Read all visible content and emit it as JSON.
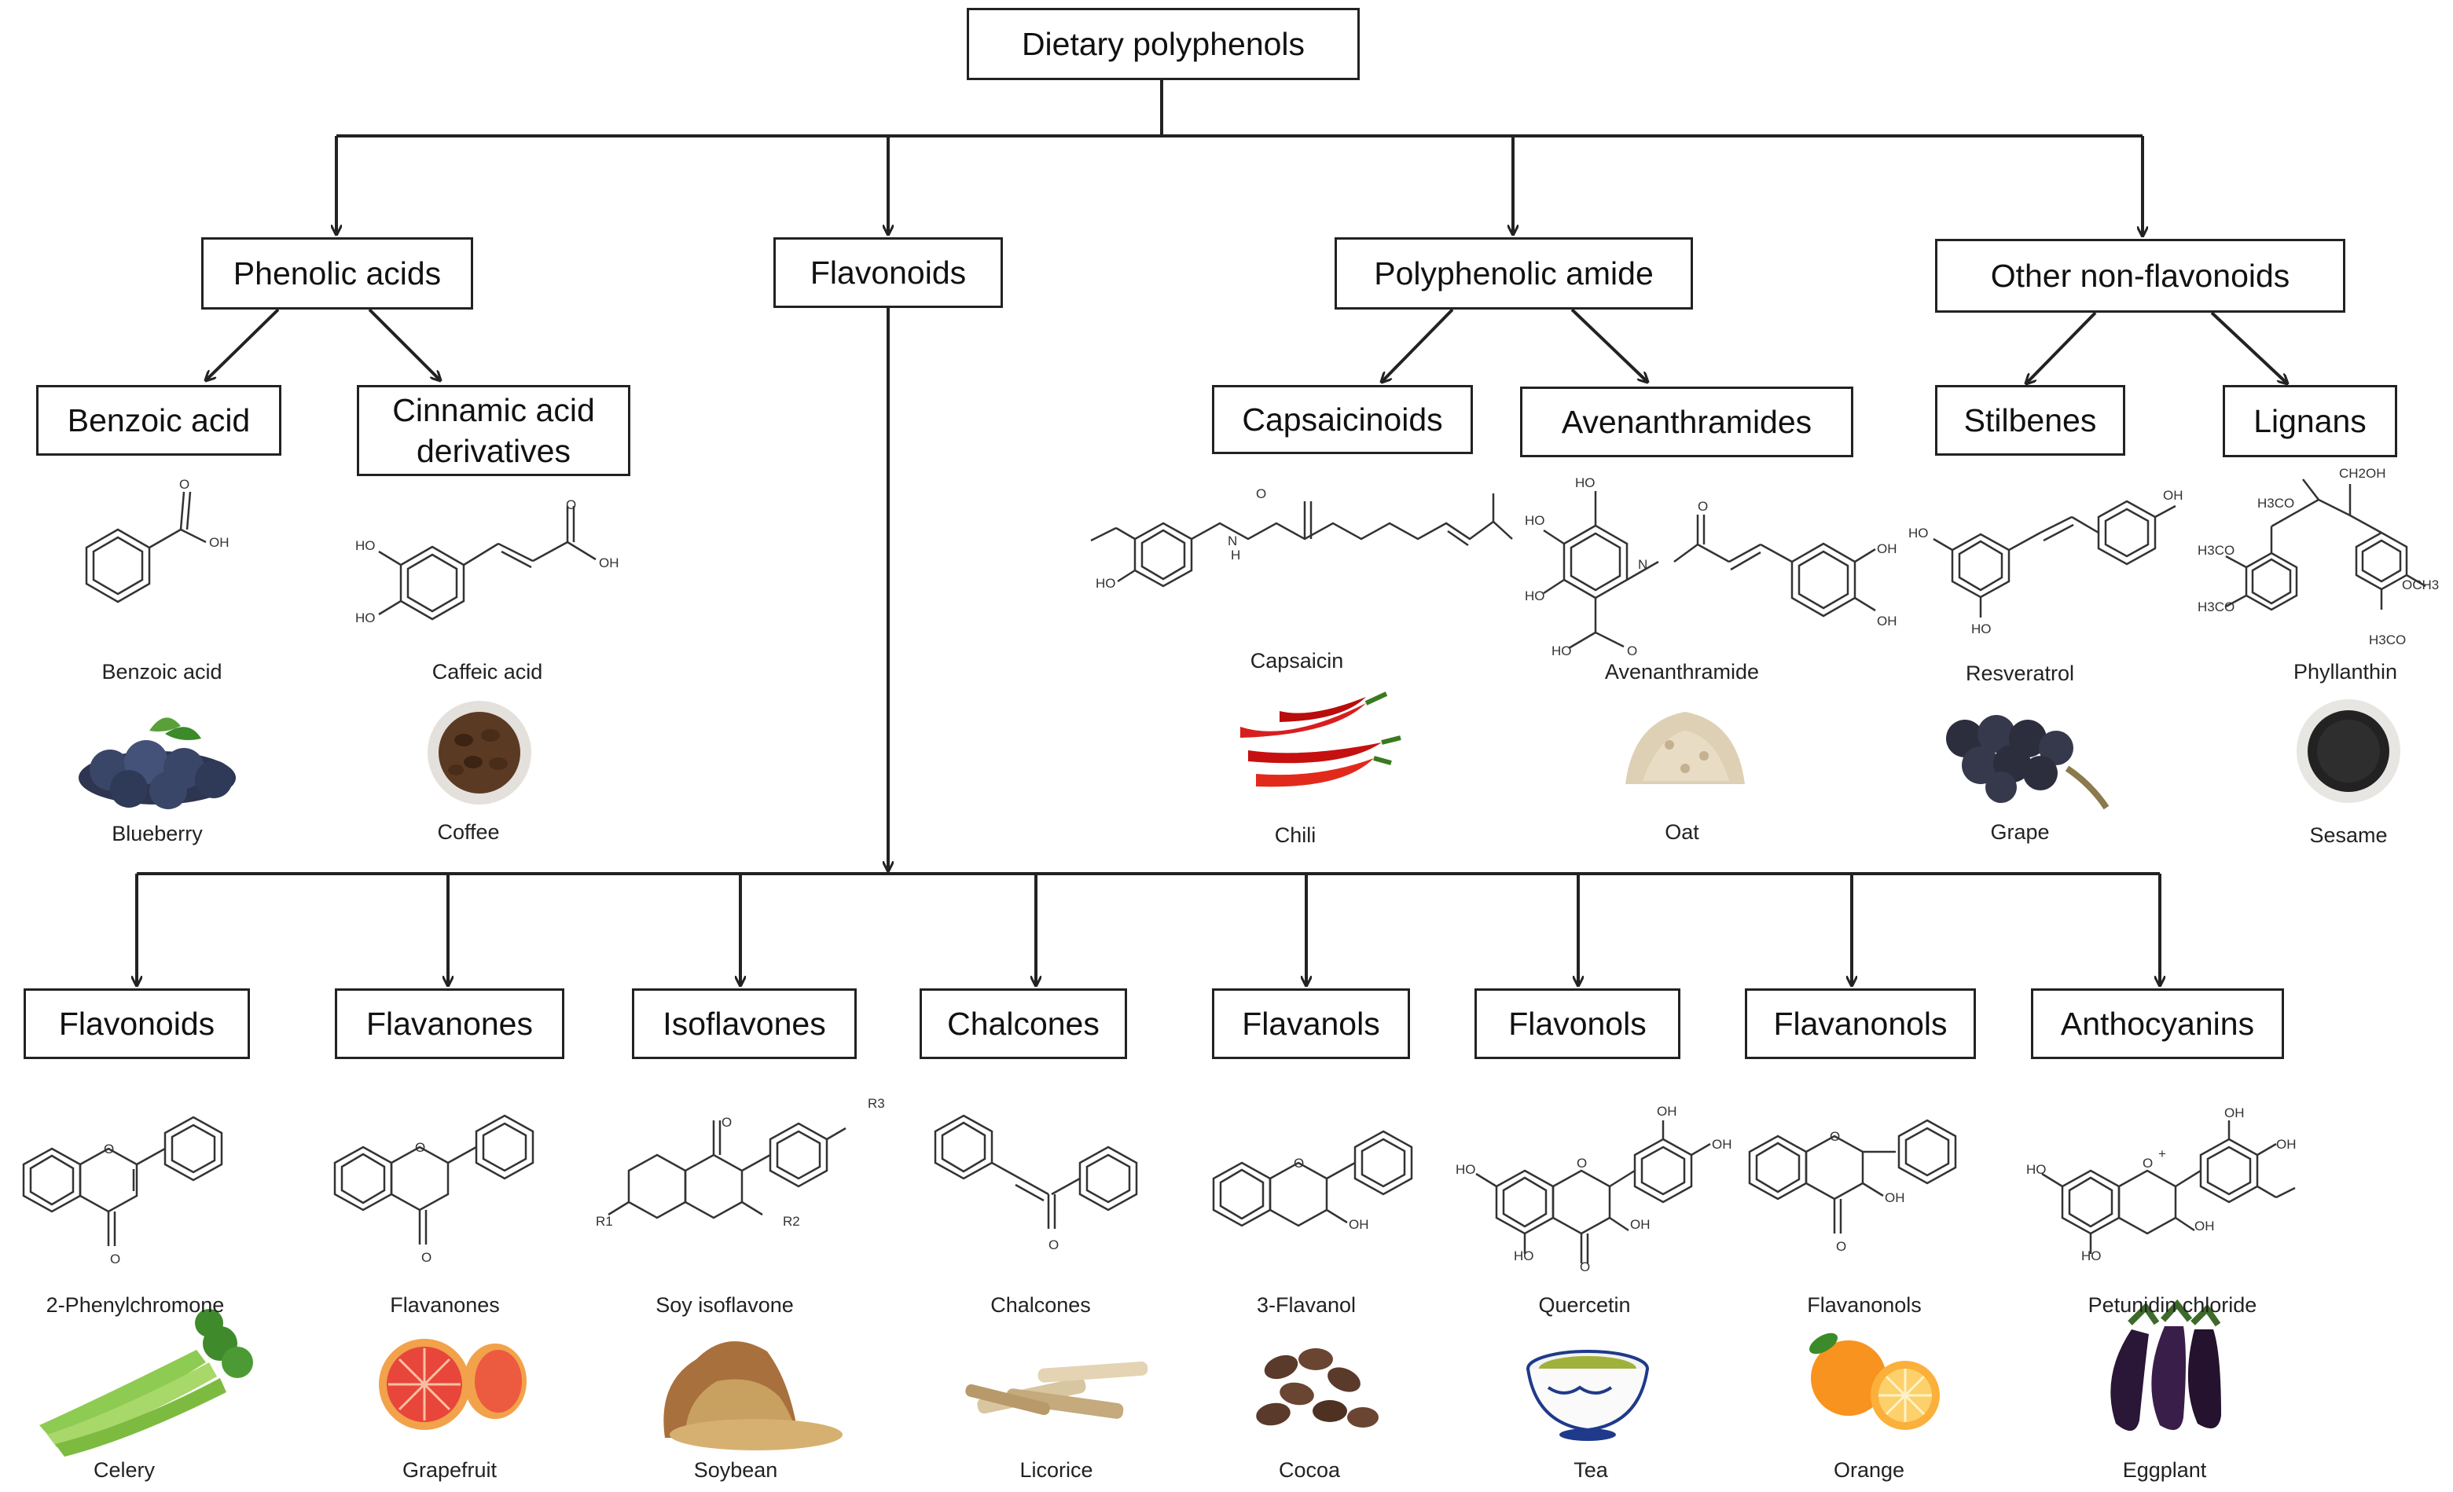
{
  "root": "Dietary polyphenols",
  "categories": [
    {
      "name": "Phenolic acids",
      "subs": [
        {
          "name": "Benzoic acid",
          "compound": "Benzoic acid",
          "food": "Blueberry"
        },
        {
          "name": "Cinnamic acid\nderivatives",
          "compound": "Caffeic acid",
          "food": "Coffee"
        }
      ]
    },
    {
      "name": "Flavonoids"
    },
    {
      "name": "Polyphenolic amide",
      "subs": [
        {
          "name": "Capsaicinoids",
          "compound": "Capsaicin",
          "food": "Chili"
        },
        {
          "name": "Avenanthramides",
          "compound": "Avenanthramide",
          "food": "Oat"
        }
      ]
    },
    {
      "name": "Other non-flavonoids",
      "subs": [
        {
          "name": "Stilbenes",
          "compound": "Resveratrol",
          "food": "Grape"
        },
        {
          "name": "Lignans",
          "compound": "Phyllanthin",
          "food": "Sesame"
        }
      ]
    }
  ],
  "flavonoid_classes": [
    {
      "name": "Flavonoids",
      "compound": "2-Phenylchromone",
      "food": "Celery"
    },
    {
      "name": "Flavanones",
      "compound": "Flavanones",
      "food": "Grapefruit"
    },
    {
      "name": "Isoflavones",
      "compound": "Soy isoflavone",
      "food": "Soybean"
    },
    {
      "name": "Chalcones",
      "compound": "Chalcones",
      "food": "Licorice"
    },
    {
      "name": "Flavanols",
      "compound": "3-Flavanol",
      "food": "Cocoa"
    },
    {
      "name": "Flavonols",
      "compound": "Quercetin",
      "food": "Tea"
    },
    {
      "name": "Flavanonols",
      "compound": "Flavanonols",
      "food": "Orange"
    },
    {
      "name": "Anthocyanins",
      "compound": "Petunidin chloride",
      "food": "Eggplant"
    }
  ],
  "structure_atom_labels": {
    "benzoic": [
      "O",
      "OH"
    ],
    "caffeic": [
      "HO",
      "HO",
      "O",
      "OH"
    ],
    "capsaicin": [
      "N",
      "H",
      "O",
      "HO"
    ],
    "avenanthramide": [
      "HO",
      "HO",
      "HO",
      "N",
      "O",
      "OH",
      "OH",
      "HO",
      "O"
    ],
    "resveratrol": [
      "HO",
      "HO",
      "OH"
    ],
    "phyllanthin": [
      "CH2OH",
      "H3CO",
      "H3CO",
      "H3CO",
      "OCH3",
      "H3CO"
    ],
    "flavone": [
      "O",
      "O"
    ],
    "flavanone": [
      "O",
      "O"
    ],
    "isoflavone": [
      "O",
      "R1",
      "R2",
      "R3"
    ],
    "chalcone": [
      "O"
    ],
    "flavanol": [
      "O",
      "OH"
    ],
    "quercetin": [
      "OH",
      "OH",
      "HO",
      "O",
      "OH",
      "HO",
      "O"
    ],
    "flavanonol": [
      "O",
      "OH",
      "O"
    ],
    "petunidin": [
      "OH",
      "OH",
      "HO",
      "O",
      "+",
      "OH",
      "HO"
    ]
  },
  "colors": {
    "line": "#222222",
    "box_border": "#222222",
    "text": "#111111"
  }
}
